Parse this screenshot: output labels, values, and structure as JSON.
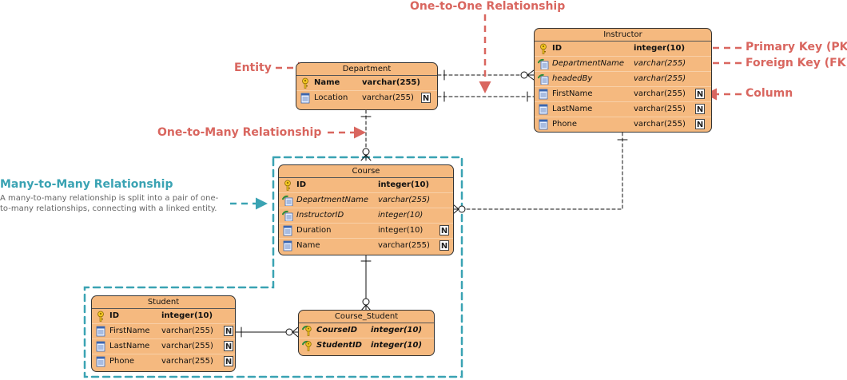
{
  "callouts": {
    "one_to_one": "One-to-One Relationship",
    "entity": "Entity",
    "one_to_many": "One-to-Many Relationship",
    "primary_key": "Primary Key (PK)",
    "foreign_key": "Foreign Key (FK)",
    "column": "Column",
    "many_to_many_title": "Many-to-Many Relationship",
    "many_to_many_desc": "A many-to-many relationship is split into a pair of one-to-many relationships, connecting with a linked entity."
  },
  "colors": {
    "entity_fill": "#f5b97f",
    "callout_red": "#d9665f",
    "callout_teal": "#3aa3b3"
  },
  "entities": {
    "department": {
      "title": "Department",
      "columns": [
        {
          "name": "Name",
          "type": "varchar(255)",
          "kind": "pk",
          "nullable": false
        },
        {
          "name": "Location",
          "type": "varchar(255)",
          "kind": "col",
          "nullable": true
        }
      ]
    },
    "instructor": {
      "title": "Instructor",
      "columns": [
        {
          "name": "ID",
          "type": "integer(10)",
          "kind": "pk",
          "nullable": false
        },
        {
          "name": "DepartmentName",
          "type": "varchar(255)",
          "kind": "fk",
          "nullable": false
        },
        {
          "name": "headedBy",
          "type": "varchar(255)",
          "kind": "fk",
          "nullable": false
        },
        {
          "name": "FirstName",
          "type": "varchar(255)",
          "kind": "col",
          "nullable": true
        },
        {
          "name": "LastName",
          "type": "varchar(255)",
          "kind": "col",
          "nullable": true
        },
        {
          "name": "Phone",
          "type": "varchar(255)",
          "kind": "col",
          "nullable": true
        }
      ]
    },
    "course": {
      "title": "Course",
      "columns": [
        {
          "name": "ID",
          "type": "integer(10)",
          "kind": "pk",
          "nullable": false
        },
        {
          "name": "DepartmentName",
          "type": "varchar(255)",
          "kind": "fk",
          "nullable": false
        },
        {
          "name": "InstructorID",
          "type": "integer(10)",
          "kind": "fk",
          "nullable": false
        },
        {
          "name": "Duration",
          "type": "integer(10)",
          "kind": "col",
          "nullable": true
        },
        {
          "name": "Name",
          "type": "varchar(255)",
          "kind": "col",
          "nullable": true
        }
      ]
    },
    "student": {
      "title": "Student",
      "columns": [
        {
          "name": "ID",
          "type": "integer(10)",
          "kind": "pk",
          "nullable": false
        },
        {
          "name": "FirstName",
          "type": "varchar(255)",
          "kind": "col",
          "nullable": true
        },
        {
          "name": "LastName",
          "type": "varchar(255)",
          "kind": "col",
          "nullable": true
        },
        {
          "name": "Phone",
          "type": "varchar(255)",
          "kind": "col",
          "nullable": true
        }
      ]
    },
    "course_student": {
      "title": "Course_Student",
      "columns": [
        {
          "name": "CourseID",
          "type": "integer(10)",
          "kind": "pkfk",
          "nullable": false
        },
        {
          "name": "StudentID",
          "type": "integer(10)",
          "kind": "pkfk",
          "nullable": false
        }
      ]
    }
  },
  "nullable_mark": "N"
}
